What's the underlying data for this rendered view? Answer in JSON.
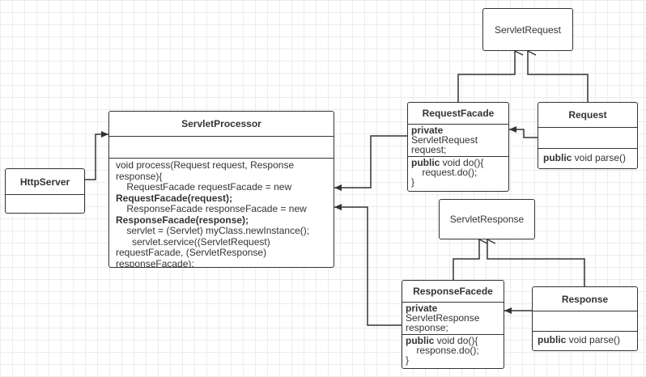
{
  "http_server": {
    "title": "HttpServer"
  },
  "servlet_processor": {
    "title": "ServletProcessor",
    "method_lines": [
      "void process(Request request, Response",
      "response){",
      "    RequestFacade requestFacade = new",
      "RequestFacade(request);",
      "    ResponseFacade responseFacade = new",
      "ResponseFacade(response);",
      "    servlet = (Servlet) myClass.newInstance();",
      "      servlet.service((ServletRequest)",
      "requestFacade, (ServletResponse)",
      "responseFacade);"
    ]
  },
  "servlet_request": {
    "title": "ServletRequest"
  },
  "request_facade": {
    "title": "RequestFacade",
    "field_kw": "private",
    "field_lines": [
      "ServletRequest",
      "request;"
    ],
    "method_kw": "public",
    "method_rest": " void do(){",
    "method_lines": [
      "    request.do();",
      "}"
    ]
  },
  "request": {
    "title": "Request",
    "method_kw": "public",
    "method_rest": " void parse()"
  },
  "servlet_response": {
    "title": "ServletResponse"
  },
  "response_facade": {
    "title": "ResponseFacede",
    "field_kw": "private",
    "field_lines": [
      "ServletResponse",
      "response;"
    ],
    "method_kw": "public",
    "method_rest": " void do(){",
    "method_lines": [
      "    response.do();",
      "}"
    ]
  },
  "response": {
    "title": "Response",
    "method_kw": "public",
    "method_rest": " void parse()"
  }
}
